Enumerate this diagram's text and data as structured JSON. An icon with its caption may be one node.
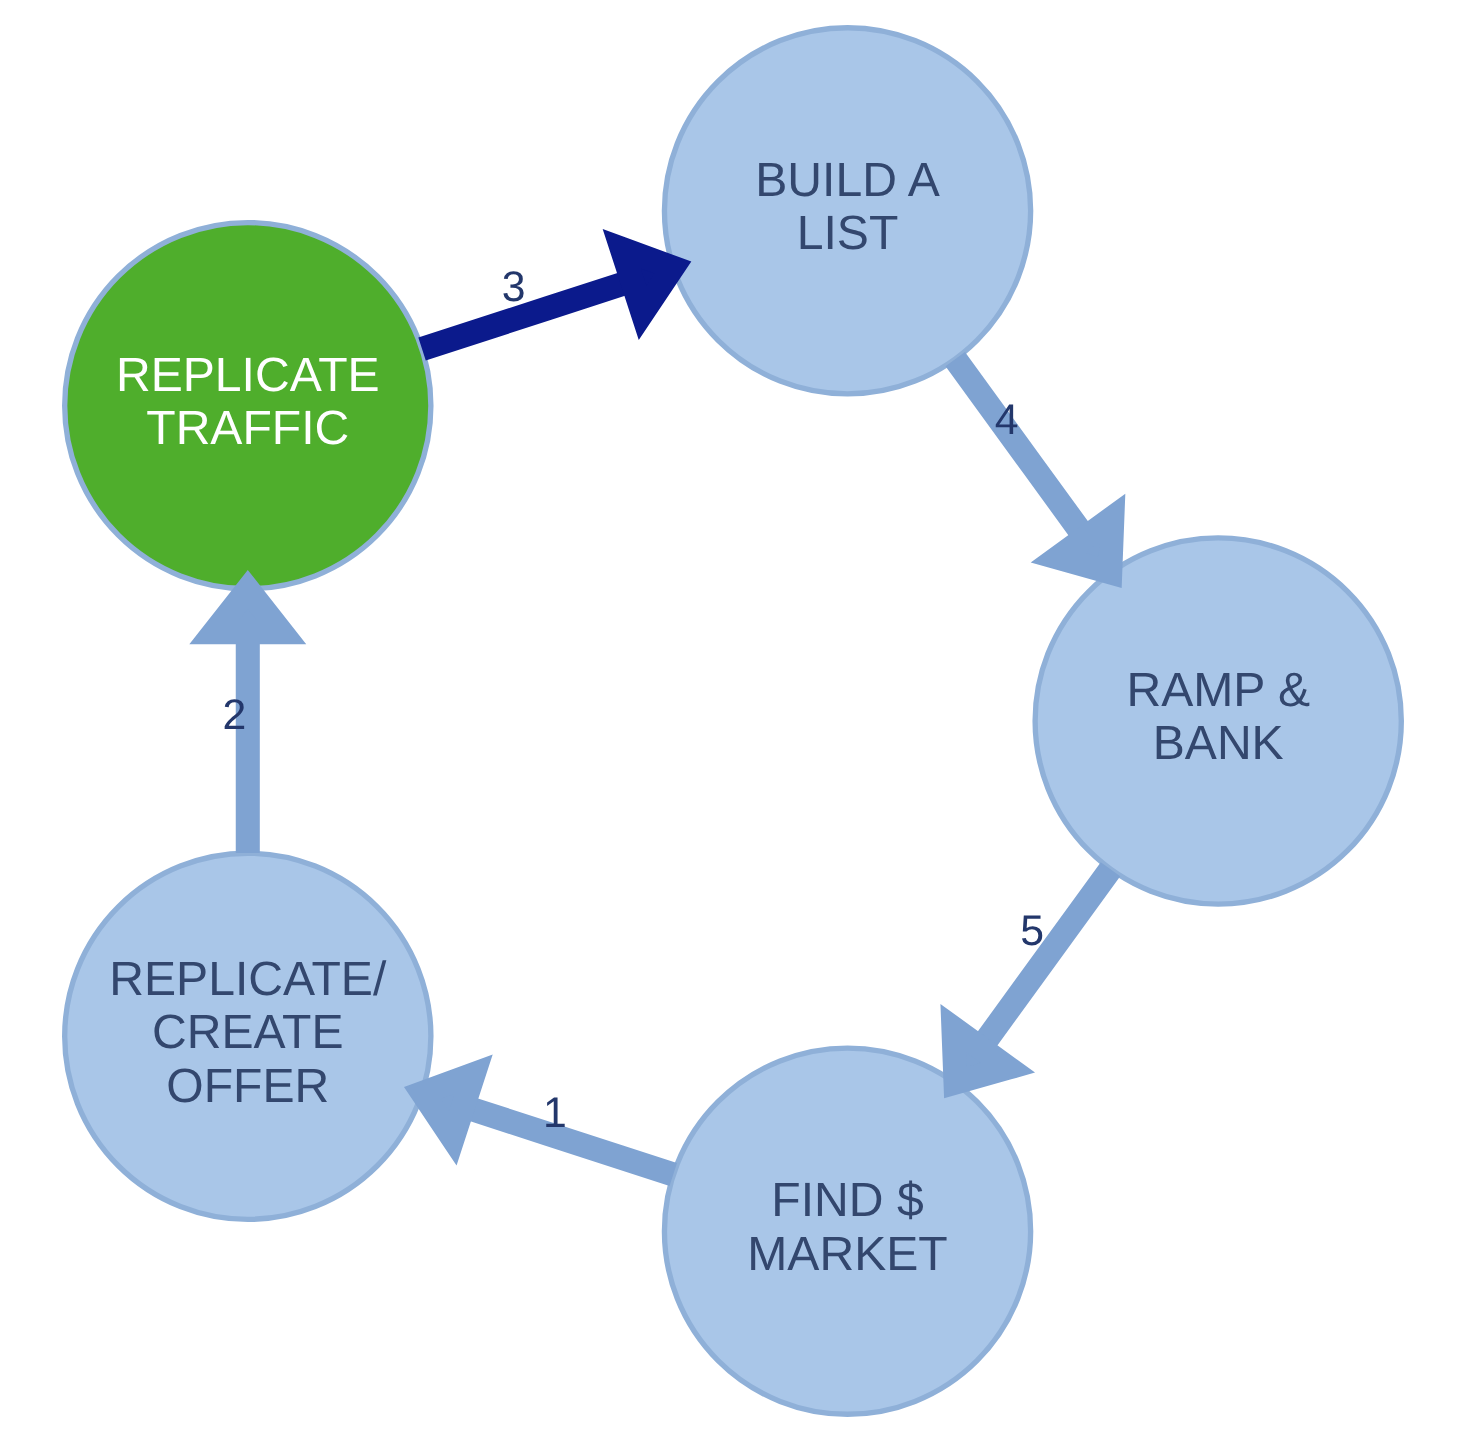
{
  "diagram": {
    "nodes": [
      {
        "text": [
          "FIND $ MARKET"
        ]
      },
      {
        "text": [
          "REPLICATE/ CREATE OFFER"
        ]
      },
      {
        "text": [
          "REPLICATE TRAFFIC"
        ]
      },
      {
        "text": [
          "BUILD A LIST"
        ]
      },
      {
        "text": [
          "RAMP & BANK"
        ]
      }
    ],
    "edges": [
      {
        "from": 0,
        "to": 1,
        "arrow": "to",
        "label": "1"
      },
      {
        "from": 1,
        "to": 2,
        "arrow": "to",
        "label": "2"
      },
      {
        "from": 2,
        "to": 3,
        "arrow": "to",
        "label": "3",
        "color": "#0b1a8c"
      },
      {
        "from": 3,
        "to": 4,
        "arrow": "to",
        "label": "4"
      },
      {
        "from": 4,
        "to": 0,
        "arrow": "to",
        "label": "5"
      }
    ]
  }
}
